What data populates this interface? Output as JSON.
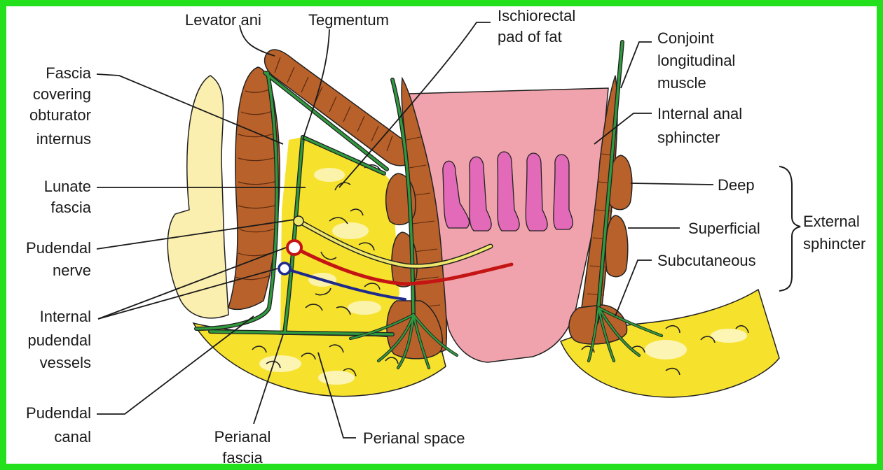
{
  "colors": {
    "frame": "#22e01c",
    "bone": "#fbefb0",
    "fat": "#f6e22c",
    "muscle": "#b8612a",
    "rectum": "#f0a3ac",
    "mucosa": "#e26ab8",
    "fascia": "#2f9a3e",
    "nerve": "#f0e86a",
    "artery": "#c41414",
    "vein": "#1e2a8c"
  },
  "labels": {
    "levator_ani": "Levator ani",
    "tegmentum": "Tegmentum",
    "ischiorectal_1": "Ischiorectal",
    "ischiorectal_2": "pad of fat",
    "fascia_1": "Fascia",
    "fascia_2": "covering",
    "fascia_3": "obturator",
    "fascia_4": "internus",
    "lunate_1": "Lunate",
    "lunate_2": "fascia",
    "pudendal_nerve_1": "Pudendal",
    "pudendal_nerve_2": "nerve",
    "vessels_1": "Internal",
    "vessels_2": "pudendal",
    "vessels_3": "vessels",
    "canal_1": "Pudendal",
    "canal_2": "canal",
    "perianal_fascia_1": "Perianal",
    "perianal_fascia_2": "fascia",
    "perianal_space": "Perianal space",
    "conjoint_1": "Conjoint",
    "conjoint_2": "longitudinal",
    "conjoint_3": "muscle",
    "ias_1": "Internal anal",
    "ias_2": "sphincter",
    "deep": "Deep",
    "superficial": "Superficial",
    "subcutaneous": "Subcutaneous",
    "external_1": "External",
    "external_2": "sphincter"
  }
}
